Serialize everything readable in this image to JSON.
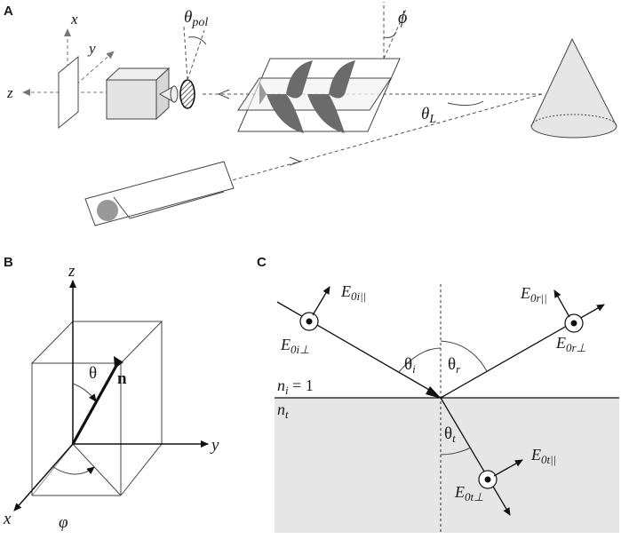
{
  "panels": {
    "a": {
      "label": "A",
      "axis_x": "x",
      "axis_y": "y",
      "axis_z": "z",
      "theta_pol": "θ",
      "theta_pol_sub": "pol",
      "phi": "ϕ",
      "theta_L": "θ",
      "theta_L_sub": "L"
    },
    "b": {
      "label": "B",
      "axis_x": "x",
      "axis_y": "y",
      "axis_z": "z",
      "theta": "θ",
      "vector_n": "n",
      "varphi": "φ"
    },
    "c": {
      "label": "C",
      "ni_main": "n",
      "ni_sub": "i",
      "ni_value": " = 1",
      "nt_main": "n",
      "nt_sub": "t",
      "theta_i_main": "θ",
      "theta_i_sub": "i",
      "theta_r_main": "θ",
      "theta_r_sub": "r",
      "theta_t_main": "θ",
      "theta_t_sub": "t",
      "E_main": "E",
      "E0i_par_sub": "0i||",
      "E0i_perp_sub": "0i⊥",
      "E0r_par_sub": "0r||",
      "E0r_perp_sub": "0r⊥",
      "E0t_par_sub": "0t||",
      "E0t_perp_sub": "0t⊥"
    }
  },
  "colors": {
    "lines": "#1a1a1a",
    "dashed": "#555555",
    "wave_fill": "#6b6b6b",
    "medium_fill": "#e6e6e6",
    "object_fill": "#e6e6e6"
  }
}
